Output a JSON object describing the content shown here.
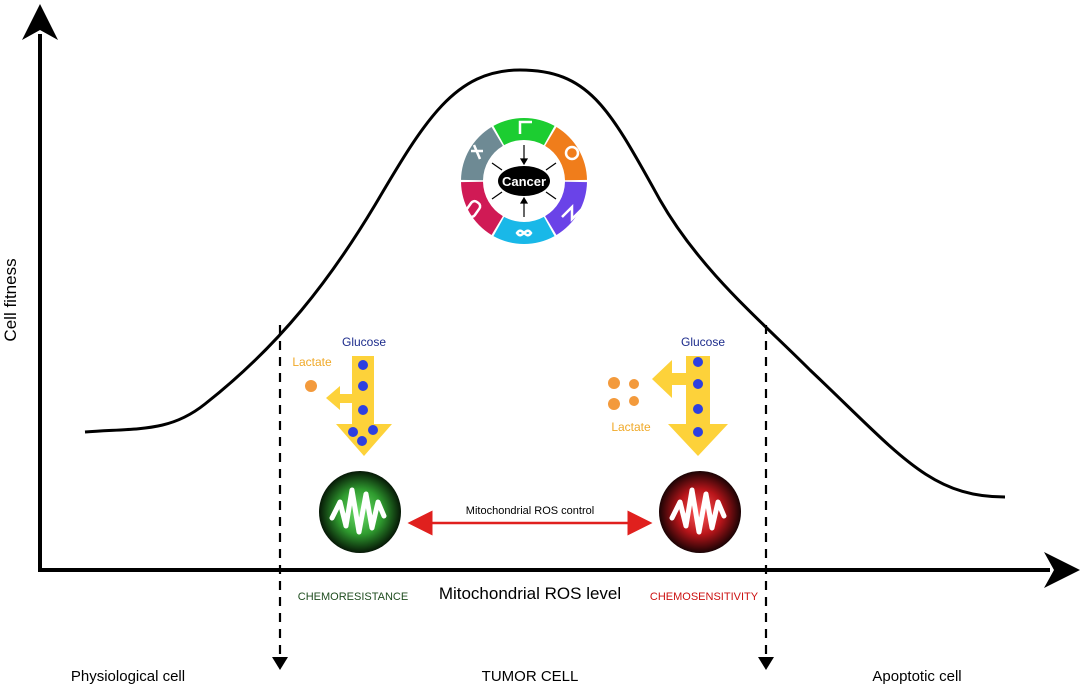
{
  "axes": {
    "y_label": "Cell fitness",
    "x_label": "Mitochondrial ROS level"
  },
  "left_state": {
    "glucose": "Glucose",
    "lactate": "Lactate",
    "label": "CHEMORESISTANCE",
    "label_color": "#1f4d1f",
    "mito_color": "#3cb043"
  },
  "right_state": {
    "glucose": "Glucose",
    "lactate": "Lactate",
    "label": "CHEMOSENSITIVITY",
    "label_color": "#cc1111",
    "mito_color": "#cc1a1a"
  },
  "control_label": "Mitochondrial ROS control",
  "cancer_label": "Cancer",
  "regions": {
    "physiological": "Physiological cell",
    "tumor": "TUMOR CELL",
    "apoptotic": "Apoptotic cell"
  },
  "colors": {
    "glucose_dot": "#2d3fe0",
    "arrow_yellow": "#fdd23a",
    "lactate_dot": "#f39a3c",
    "red_arrow": "#e0201e",
    "hallmark_segments": [
      "#1ccd31",
      "#f07d1b",
      "#6a43e8",
      "#19b8e8",
      "#d01a55",
      "#6e8a94"
    ]
  },
  "icons": {
    "hallmarks_wheel": "hallmarks-of-cancer-wheel",
    "mitochondrion_left": "green-mitochondrion-icon",
    "mitochondrion_right": "red-mitochondrion-icon"
  }
}
